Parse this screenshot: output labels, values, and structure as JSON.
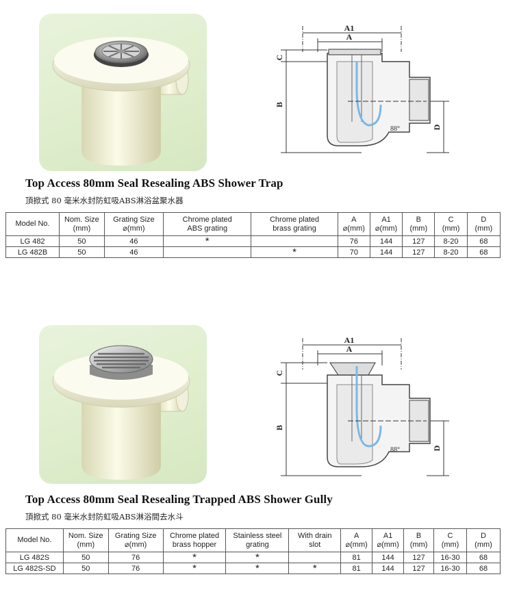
{
  "products": [
    {
      "title": "Top Access 80mm Seal Resealing ABS Shower Trap",
      "subtitle": "頂掀式 80 毫米水封防虹吸ABS淋浴盆聚水器",
      "diagram": {
        "labels": [
          "A1",
          "A",
          "C",
          "B",
          "D"
        ],
        "angle_label": "88°"
      },
      "table": {
        "headers": [
          [
            "Model No."
          ],
          [
            "Nom. Size",
            "(mm)"
          ],
          [
            "Grating Size",
            "⌀(mm)"
          ],
          [
            "Chrome plated",
            "ABS grating"
          ],
          [
            "Chrome plated",
            "brass grating"
          ],
          [
            "A",
            "⌀(mm)"
          ],
          [
            "A1",
            "⌀(mm)"
          ],
          [
            "B",
            "(mm)"
          ],
          [
            "C",
            "(mm)"
          ],
          [
            "D",
            "(mm)"
          ]
        ],
        "rows": [
          [
            "LG 482",
            "50",
            "46",
            "*",
            "",
            "76",
            "144",
            "127",
            "8-20",
            "68"
          ],
          [
            "LG 482B",
            "50",
            "46",
            "",
            "*",
            "70",
            "144",
            "127",
            "8-20",
            "68"
          ]
        ]
      }
    },
    {
      "title": "Top Access 80mm Seal Resealing Trapped ABS Shower Gully",
      "subtitle": "頂掀式 80 毫米水封防虹吸ABS淋浴間去水斗",
      "diagram": {
        "labels": [
          "A1",
          "A",
          "C",
          "B",
          "D"
        ],
        "angle_label": "88°"
      },
      "table": {
        "headers": [
          [
            "Model No."
          ],
          [
            "Nom. Size",
            "(mm)"
          ],
          [
            "Grating Size",
            "⌀(mm)"
          ],
          [
            "Chrome plated",
            "brass hopper"
          ],
          [
            "Stainless steel",
            "grating"
          ],
          [
            "With drain",
            "slot"
          ],
          [
            "A",
            "⌀(mm)"
          ],
          [
            "A1",
            "⌀(mm)"
          ],
          [
            "B",
            "(mm)"
          ],
          [
            "C",
            "(mm)"
          ],
          [
            "D",
            "(mm)"
          ]
        ],
        "rows": [
          [
            "LG 482S",
            "50",
            "76",
            "*",
            "*",
            "",
            "81",
            "144",
            "127",
            "16-30",
            "68"
          ],
          [
            "LG 482S-SD",
            "50",
            "76",
            "*",
            "*",
            "*",
            "81",
            "144",
            "127",
            "16-30",
            "68"
          ]
        ]
      }
    }
  ]
}
